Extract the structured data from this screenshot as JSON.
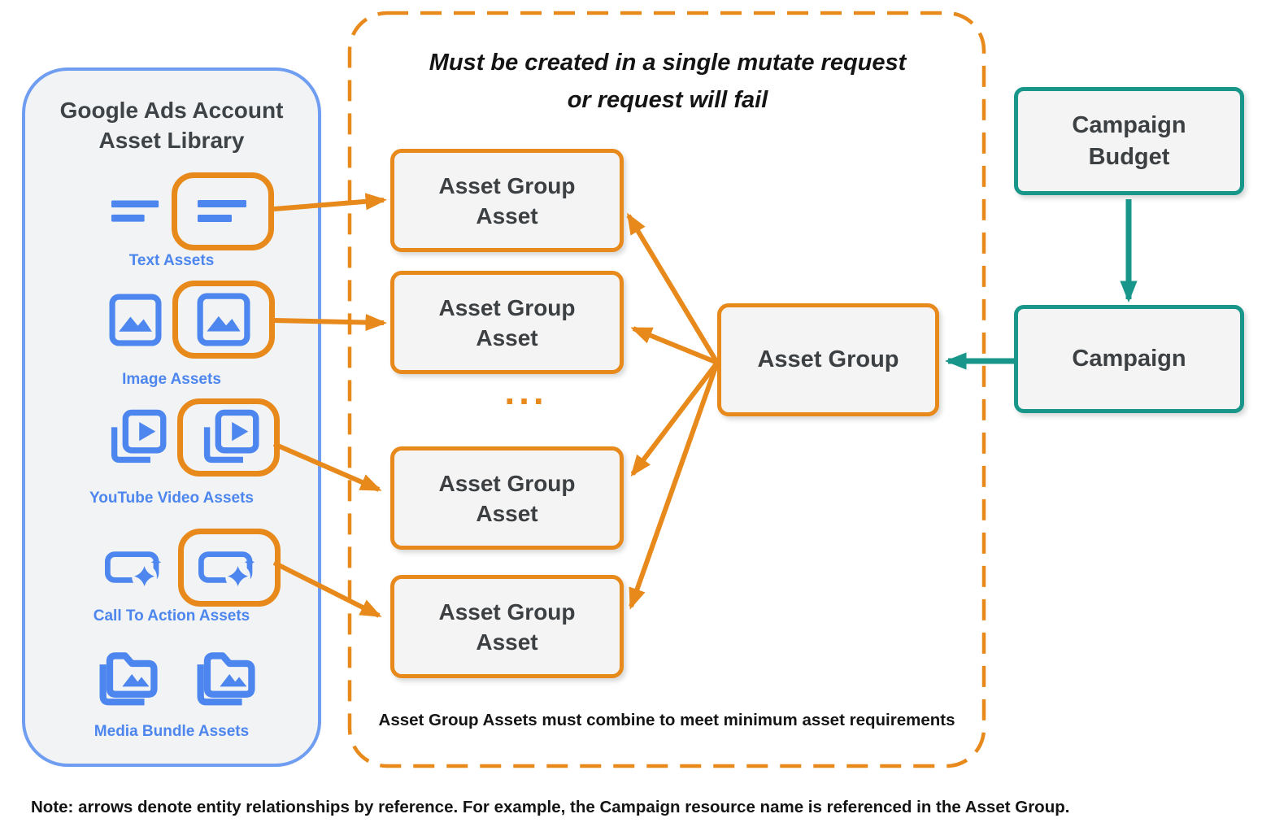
{
  "library": {
    "title_lines": [
      "Google Ads Account",
      "Asset Library"
    ],
    "rows": [
      {
        "label": "Text Assets",
        "icon": "text-asset-icon",
        "highlighted": true
      },
      {
        "label": "Image Assets",
        "icon": "image-asset-icon",
        "highlighted": true
      },
      {
        "label": "YouTube Video  Assets",
        "icon": "youtube-video-asset-icon",
        "highlighted": true
      },
      {
        "label": "Call To Action Assets",
        "icon": "call-to-action-asset-icon",
        "highlighted": true
      },
      {
        "label": "Media Bundle  Assets",
        "icon": "media-bundle-asset-icon",
        "highlighted": false
      }
    ]
  },
  "mutate_box": {
    "title_lines": [
      "Must be created in a single mutate request",
      "or request will fail"
    ],
    "asset_group_asset_boxes": [
      "Asset Group Asset",
      "Asset Group Asset",
      "Asset Group Asset",
      "Asset Group Asset"
    ],
    "ellipsis": "...",
    "caption": "Asset Group Assets must combine to meet minimum asset requirements"
  },
  "asset_group": {
    "label": "Asset Group"
  },
  "campaign_budget": {
    "label": "Campaign Budget"
  },
  "campaign": {
    "label": "Campaign"
  },
  "note": "Note: arrows denote entity relationships by reference. For example, the Campaign resource name is referenced in the Asset Group.",
  "colors": {
    "orange": "#E8891C",
    "icon_blue": "#4C86EE",
    "panel_border_blue": "#6F9DF1",
    "teal": "#18968A",
    "node_fill": "#F4F4F4",
    "panel_fill": "#F1F3F4",
    "dark_text": "#3C4043",
    "black_text": "#141414"
  }
}
